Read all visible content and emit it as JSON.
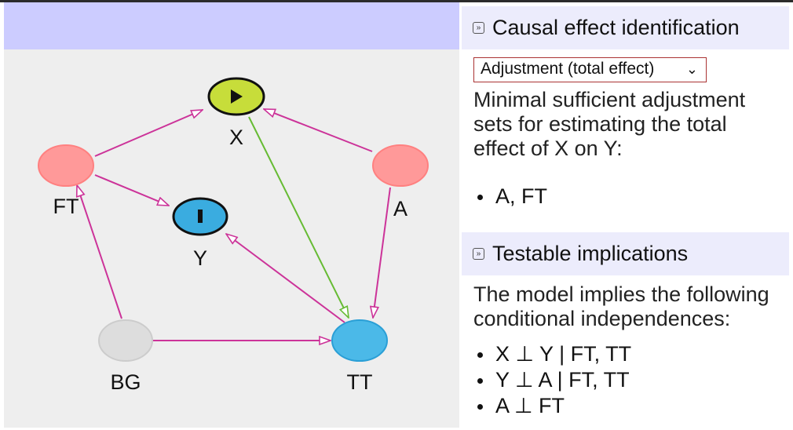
{
  "graph": {
    "nodes": [
      {
        "id": "X",
        "label": "X",
        "color": "#c7dd3a",
        "role": "exposure",
        "icon": "play-icon"
      },
      {
        "id": "Y",
        "label": "Y",
        "color": "#3aace0",
        "role": "outcome",
        "icon": "bar-icon"
      },
      {
        "id": "FT",
        "label": "FT",
        "color": "#ff9999",
        "role": "ancestor of exposure and outcome"
      },
      {
        "id": "A",
        "label": "A",
        "color": "#ff9999",
        "role": "ancestor of exposure and outcome"
      },
      {
        "id": "BG",
        "label": "BG",
        "color": "#dddddd",
        "role": "other variable"
      },
      {
        "id": "TT",
        "label": "TT",
        "color": "#4bb9e8",
        "role": "ancestor of outcome"
      }
    ],
    "edges": [
      {
        "from": "FT",
        "to": "X",
        "color": "#cc3399"
      },
      {
        "from": "FT",
        "to": "Y",
        "color": "#cc3399"
      },
      {
        "from": "A",
        "to": "X",
        "color": "#cc3399"
      },
      {
        "from": "A",
        "to": "TT",
        "color": "#cc3399"
      },
      {
        "from": "X",
        "to": "TT",
        "color": "#66bb33"
      },
      {
        "from": "TT",
        "to": "Y",
        "color": "#cc3399"
      },
      {
        "from": "BG",
        "to": "FT",
        "color": "#cc3399"
      },
      {
        "from": "BG",
        "to": "TT",
        "color": "#cc3399"
      }
    ]
  },
  "causal": {
    "title": "Causal effect identification",
    "select_value": "Adjustment (total effect)",
    "description": "Minimal sufficient adjustment sets for estimating the total effect of X on Y:",
    "sets": [
      "A, FT"
    ]
  },
  "testable": {
    "title": "Testable implications",
    "description": "The model implies the following conditional independences:",
    "items": [
      "X ⊥ Y | FT, TT",
      "Y ⊥ A | FT, TT",
      "A ⊥ FT"
    ]
  }
}
